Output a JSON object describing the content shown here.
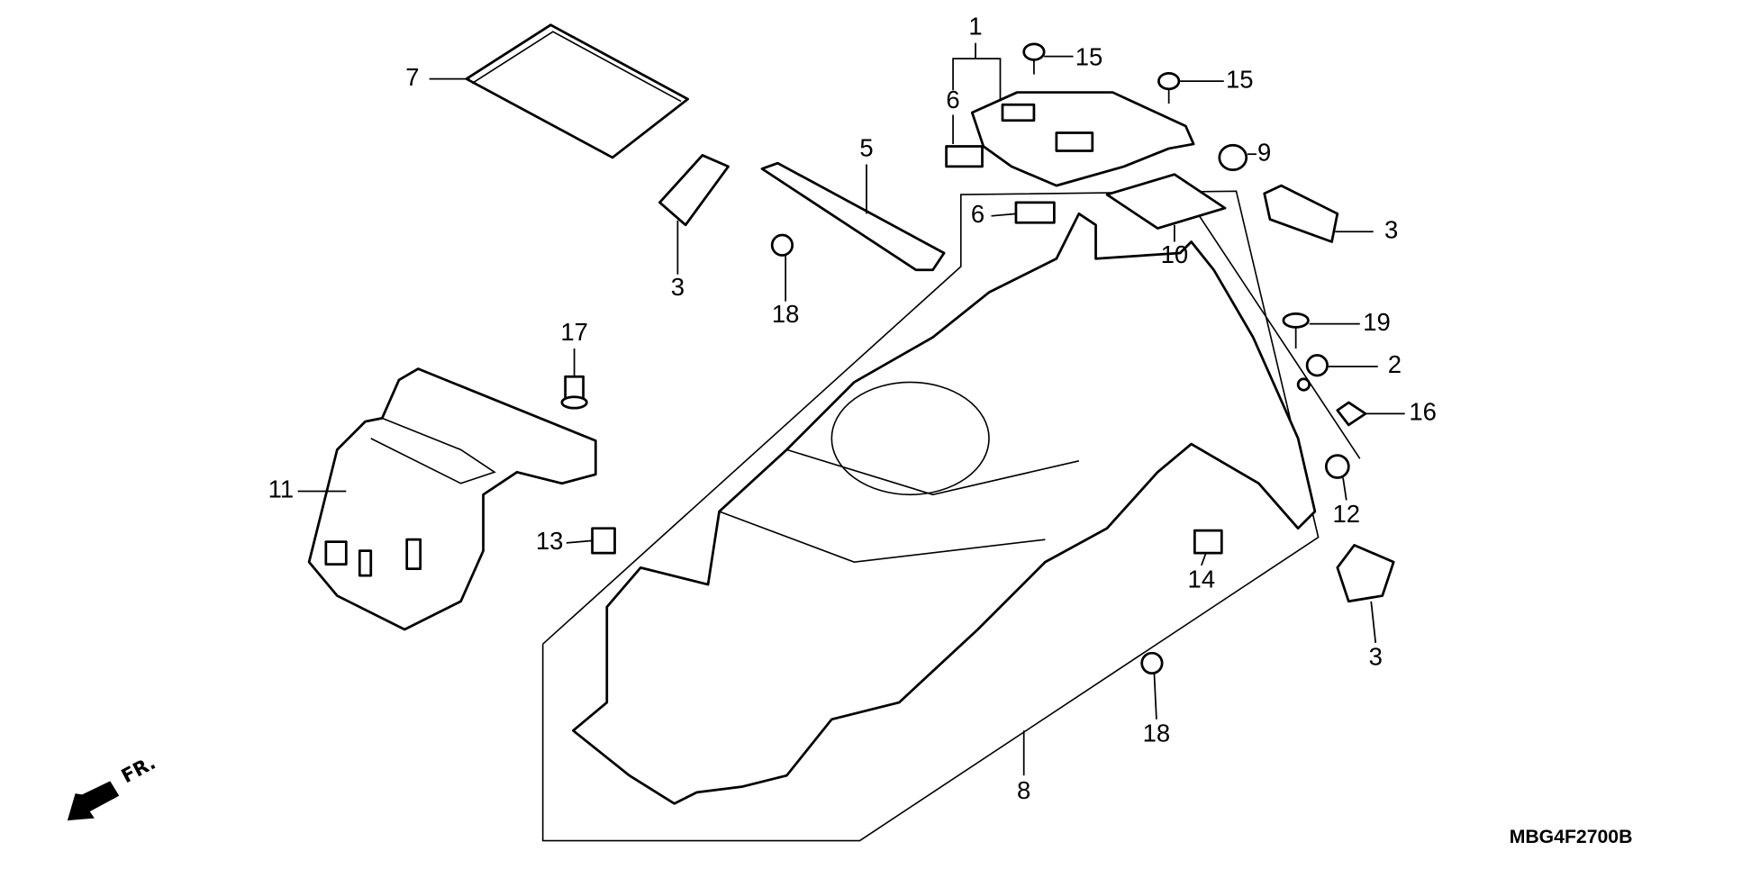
{
  "diagram": {
    "callouts": [
      "1",
      "15",
      "15",
      "6",
      "7",
      "5",
      "9",
      "6",
      "10",
      "3",
      "3",
      "18",
      "17",
      "19",
      "2",
      "16",
      "11",
      "12",
      "13",
      "14",
      "3",
      "18",
      "8"
    ],
    "direction_marker": "FR.",
    "drawing_code": "MBG4F2700B"
  }
}
